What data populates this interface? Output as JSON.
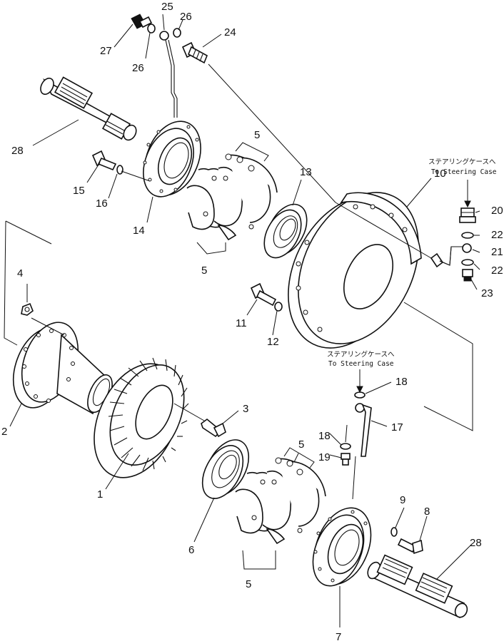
{
  "callouts": [
    {
      "id": "1",
      "text": "1"
    },
    {
      "id": "2",
      "text": "2"
    },
    {
      "id": "3",
      "text": "3"
    },
    {
      "id": "4",
      "text": "4"
    },
    {
      "id": "5a",
      "text": "5"
    },
    {
      "id": "5b",
      "text": "5"
    },
    {
      "id": "5c",
      "text": "5"
    },
    {
      "id": "5d",
      "text": "5"
    },
    {
      "id": "6",
      "text": "6"
    },
    {
      "id": "7",
      "text": "7"
    },
    {
      "id": "8",
      "text": "8"
    },
    {
      "id": "9",
      "text": "9"
    },
    {
      "id": "10",
      "text": "10"
    },
    {
      "id": "11",
      "text": "11"
    },
    {
      "id": "12",
      "text": "12"
    },
    {
      "id": "13",
      "text": "13"
    },
    {
      "id": "14",
      "text": "14"
    },
    {
      "id": "15",
      "text": "15"
    },
    {
      "id": "16",
      "text": "16"
    },
    {
      "id": "17",
      "text": "17"
    },
    {
      "id": "18a",
      "text": "18"
    },
    {
      "id": "18b",
      "text": "18"
    },
    {
      "id": "19",
      "text": "19"
    },
    {
      "id": "20",
      "text": "20"
    },
    {
      "id": "21",
      "text": "21"
    },
    {
      "id": "22a",
      "text": "22"
    },
    {
      "id": "22b",
      "text": "22"
    },
    {
      "id": "23",
      "text": "23"
    },
    {
      "id": "24",
      "text": "24"
    },
    {
      "id": "25",
      "text": "25"
    },
    {
      "id": "26a",
      "text": "26"
    },
    {
      "id": "26b",
      "text": "26"
    },
    {
      "id": "27",
      "text": "27"
    },
    {
      "id": "28a",
      "text": "28"
    },
    {
      "id": "28b",
      "text": "28"
    }
  ],
  "notes": {
    "upper_jp": "ステアリングケースへ",
    "upper_en": "To Steering Case",
    "lower_jp": "ステアリングケースへ",
    "lower_en": "To Steering Case"
  }
}
